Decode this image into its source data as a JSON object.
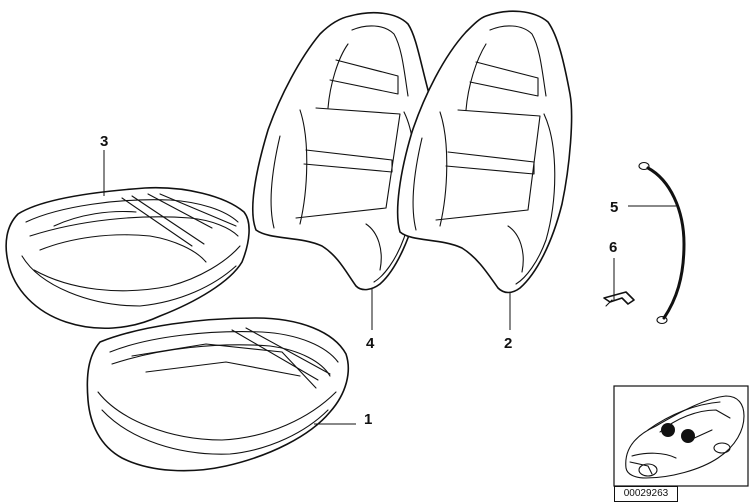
{
  "callouts": {
    "part_1": "1",
    "part_2": "2",
    "part_3": "3",
    "part_4": "4",
    "part_5": "5",
    "part_6": "6"
  },
  "diagram_id": "00029263",
  "colors": {
    "line": "#111111",
    "background": "#ffffff"
  }
}
